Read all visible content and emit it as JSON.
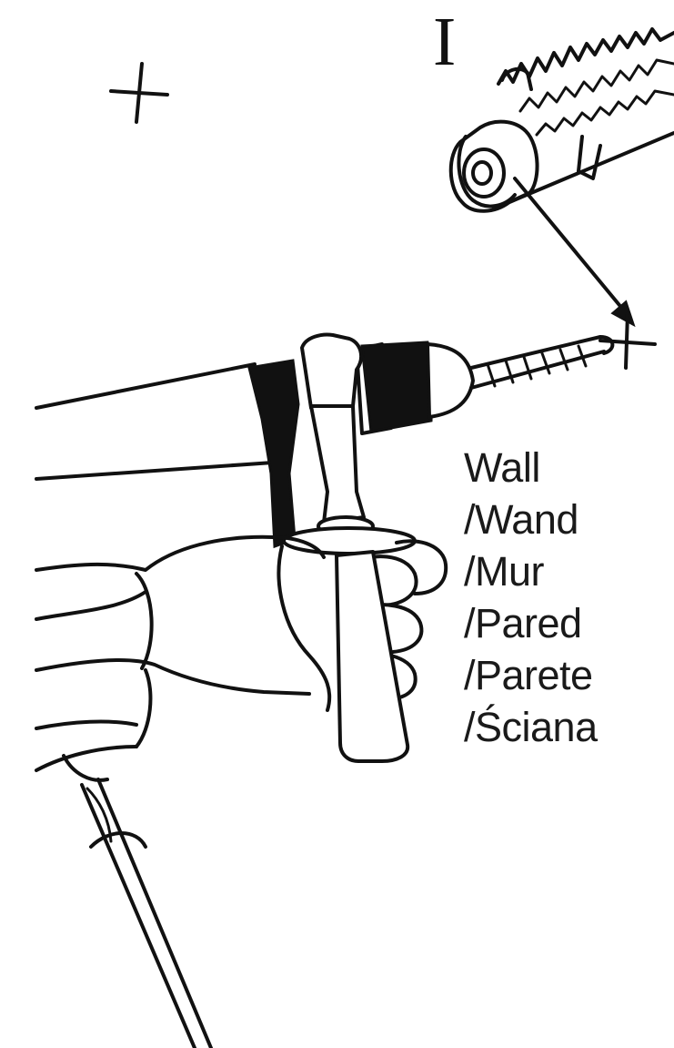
{
  "step": {
    "label": "I"
  },
  "wall_labels": [
    "Wall",
    "/Wand",
    "/Mur",
    "/Pared",
    "/Parete",
    "/Ściana"
  ]
}
